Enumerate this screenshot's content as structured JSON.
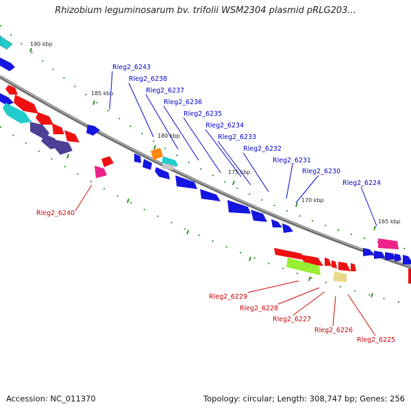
{
  "title": "Rhizobium leguminosarum bv. trifolii WSM2304 plasmid pRLG203...",
  "scale_labels": [
    "190 kbp",
    "185 kbp",
    "180 kbp",
    "175 kbp",
    "170 kbp",
    "165 kbp"
  ],
  "genes_top": [
    "Rleg2_6243",
    "Rleg2_6238",
    "Rleg2_6237",
    "Rleg2_6236",
    "Rleg2_6235",
    "Rleg2_6234",
    "Rleg2_6233",
    "Rleg2_6232",
    "Rleg2_6231",
    "Rleg2_6230",
    "Rleg2_6224"
  ],
  "genes_bottom": [
    "Rleg2_6240",
    "Rleg2_6229",
    "Rleg2_6228",
    "Rleg2_6227",
    "Rleg2_6226",
    "Rleg2_6225"
  ],
  "footer": {
    "accession_label": "Accession:",
    "accession": "NC_011370",
    "topology_label": "Topology:",
    "topology": "circular",
    "length_label": "Length:",
    "length": "308,747 bp",
    "genes_label": "Genes:",
    "genes": "256"
  },
  "colors": {
    "forward_label": "#0000cc",
    "reverse_label": "#cc0000",
    "blue": "#1515e0",
    "red": "#ee1111",
    "cyan": "#22cccc",
    "slate": "#4b3f96",
    "magenta": "#ee2288",
    "orange": "#ff8811",
    "lime": "#99ee33",
    "khaki": "#e8d98a",
    "backbone": "#888888",
    "ticks": "#2f8f2f"
  }
}
